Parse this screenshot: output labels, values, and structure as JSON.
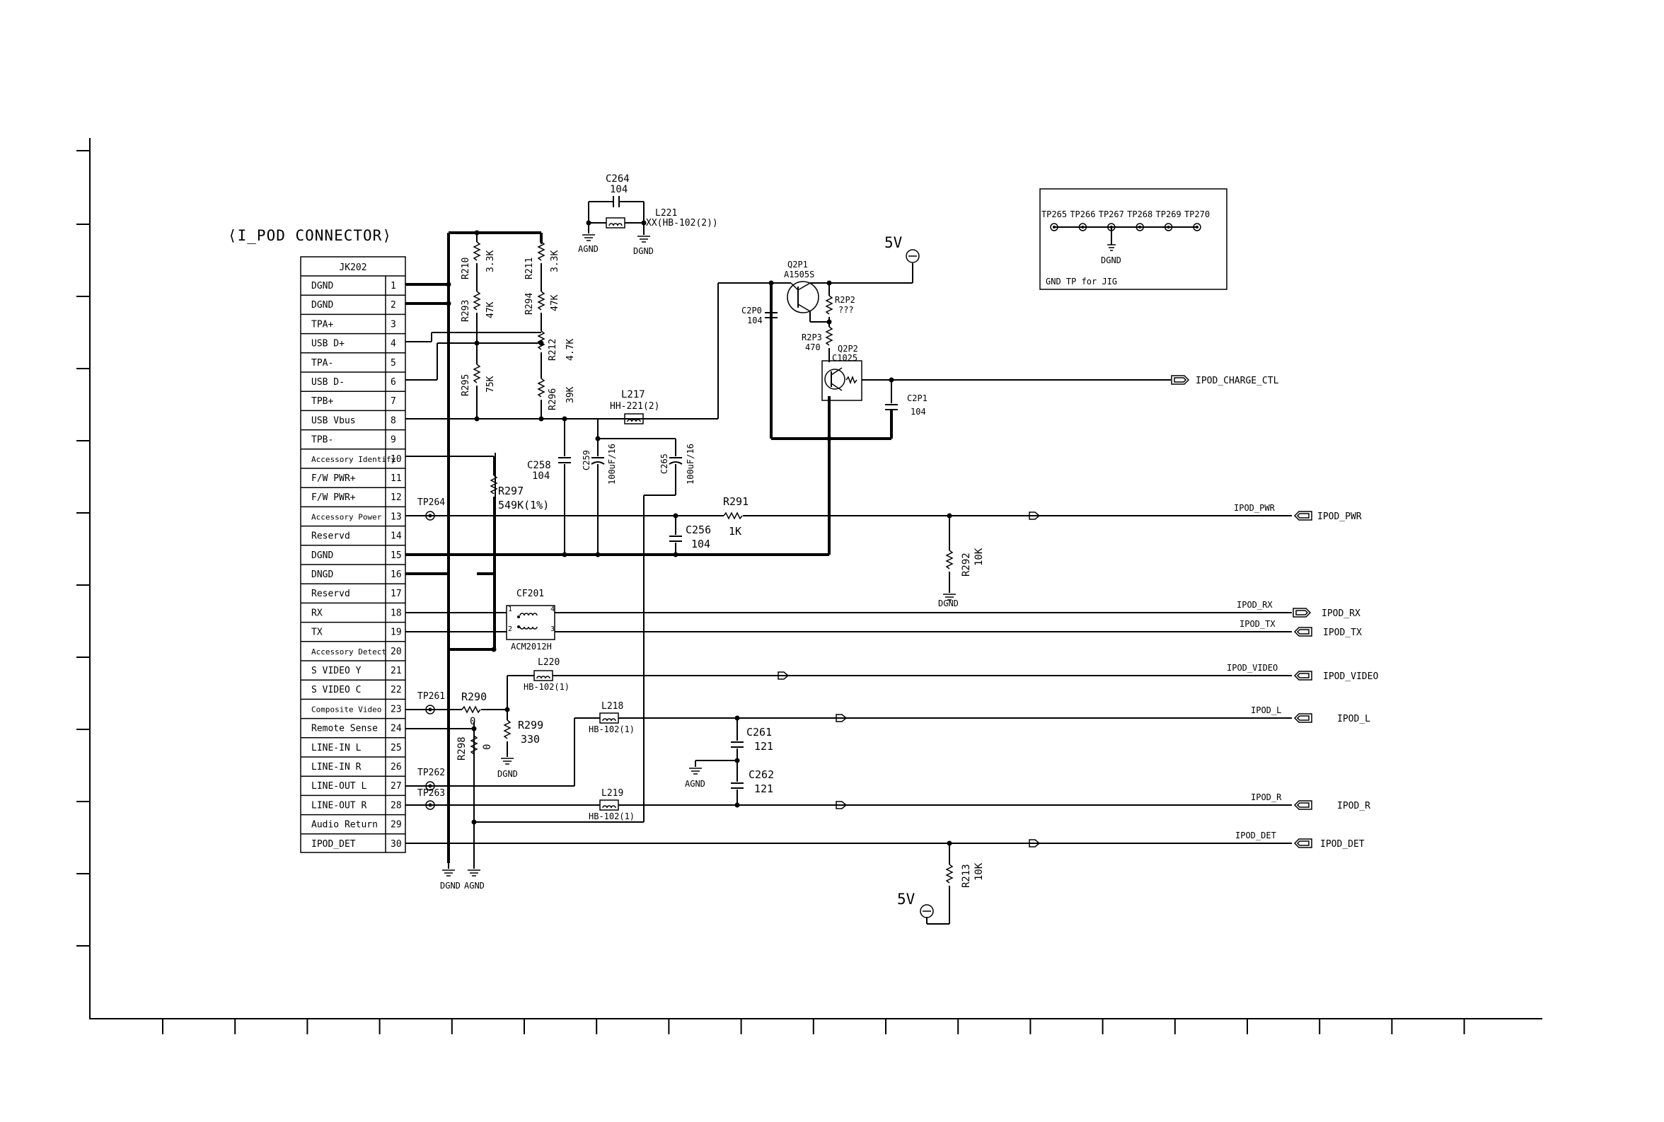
{
  "connector": {
    "title": "⟨I_POD CONNECTOR⟩",
    "part": "JK202",
    "pins": [
      {
        "num": "1",
        "name": "DGND"
      },
      {
        "num": "2",
        "name": "DGND"
      },
      {
        "num": "3",
        "name": "TPA+"
      },
      {
        "num": "4",
        "name": "USB D+"
      },
      {
        "num": "5",
        "name": "TPA-"
      },
      {
        "num": "6",
        "name": "USB D-"
      },
      {
        "num": "7",
        "name": "TPB+"
      },
      {
        "num": "8",
        "name": "USB Vbus"
      },
      {
        "num": "9",
        "name": "TPB-"
      },
      {
        "num": "10",
        "name": "Accessory Identify"
      },
      {
        "num": "11",
        "name": "F/W PWR+"
      },
      {
        "num": "12",
        "name": "F/W PWR+"
      },
      {
        "num": "13",
        "name": "Accessory Power"
      },
      {
        "num": "14",
        "name": "Reservd"
      },
      {
        "num": "15",
        "name": "DGND"
      },
      {
        "num": "16",
        "name": "DNGD"
      },
      {
        "num": "17",
        "name": "Reservd"
      },
      {
        "num": "18",
        "name": "RX"
      },
      {
        "num": "19",
        "name": "TX"
      },
      {
        "num": "20",
        "name": "Accessory Detect"
      },
      {
        "num": "21",
        "name": "S VIDEO Y"
      },
      {
        "num": "22",
        "name": "S VIDEO C"
      },
      {
        "num": "23",
        "name": "Composite Video"
      },
      {
        "num": "24",
        "name": "Remote Sense"
      },
      {
        "num": "25",
        "name": "LINE-IN L"
      },
      {
        "num": "26",
        "name": "LINE-IN R"
      },
      {
        "num": "27",
        "name": "LINE-OUT L"
      },
      {
        "num": "28",
        "name": "LINE-OUT R"
      },
      {
        "num": "29",
        "name": "Audio Return"
      },
      {
        "num": "30",
        "name": "IPOD_DET"
      }
    ]
  },
  "components": {
    "r210": {
      "ref": "R210",
      "val": "3.3K"
    },
    "r211": {
      "ref": "R211",
      "val": "3.3K"
    },
    "r293": {
      "ref": "R293",
      "val": "47K"
    },
    "r294": {
      "ref": "R294",
      "val": "47K"
    },
    "r212": {
      "ref": "R212",
      "val": "4.7K"
    },
    "r295": {
      "ref": "R295",
      "val": "75K"
    },
    "r296": {
      "ref": "R296",
      "val": "39K"
    },
    "r297": {
      "ref": "R297",
      "val": "549K(1%)"
    },
    "r291": {
      "ref": "R291",
      "val": "1K"
    },
    "r292": {
      "ref": "R292",
      "val": "10K"
    },
    "r290": {
      "ref": "R290",
      "val": "0"
    },
    "r298": {
      "ref": "R298",
      "val": "0"
    },
    "r299": {
      "ref": "R299",
      "val": "330"
    },
    "r213": {
      "ref": "R213",
      "val": "10K"
    },
    "r2p2": {
      "ref": "R2P2",
      "val": "???"
    },
    "r2p3": {
      "ref": "R2P3",
      "val": "470"
    },
    "c264": {
      "ref": "C264",
      "val": "104"
    },
    "l221": {
      "ref": "L221",
      "val": "XX(HB-102(2))"
    },
    "l217": {
      "ref": "L217",
      "val": "HH-221(2)"
    },
    "c258": {
      "ref": "C258",
      "val": "104"
    },
    "c259": {
      "ref": "C259",
      "val": "100uF/16"
    },
    "c265": {
      "ref": "C265",
      "val": "100uF/16"
    },
    "c256": {
      "ref": "C256",
      "val": "104"
    },
    "c2p0": {
      "ref": "C2P0",
      "val": "104"
    },
    "c2p1": {
      "ref": "C2P1",
      "val": "104"
    },
    "q2p1": {
      "ref": "Q2P1",
      "val": "A1505S"
    },
    "q2p2": {
      "ref": "Q2P2",
      "val": "C1025"
    },
    "cf201": {
      "ref": "CF201",
      "val": "ACM2012H"
    },
    "l220": {
      "ref": "L220",
      "val": "HB-102(1)"
    },
    "l218": {
      "ref": "L218",
      "val": "HB-102(1)"
    },
    "l219": {
      "ref": "L219",
      "val": "HB-102(1)"
    },
    "c261": {
      "ref": "C261",
      "val": "121"
    },
    "c262": {
      "ref": "C262",
      "val": "121"
    }
  },
  "testpoints": {
    "tp264": "TP264",
    "tp261": "TP261",
    "tp262": "TP262",
    "tp263": "TP263",
    "jig_labels": [
      "TP265",
      "TP266",
      "TP267",
      "TP268",
      "TP269",
      "TP270"
    ],
    "jig_gnd": "DGND",
    "jig_caption": "GND TP for JIG"
  },
  "power": {
    "v5": "5V",
    "agnd": "AGND",
    "dgnd": "DGND"
  },
  "nets": {
    "charge_ctl": "IPOD_CHARGE_CTL",
    "pwr": "IPOD_PWR",
    "rx": "IPOD_RX",
    "tx": "IPOD_TX",
    "video": "IPOD_VIDEO",
    "l": "IPOD_L",
    "r": "IPOD_R",
    "det": "IPOD_DET"
  }
}
